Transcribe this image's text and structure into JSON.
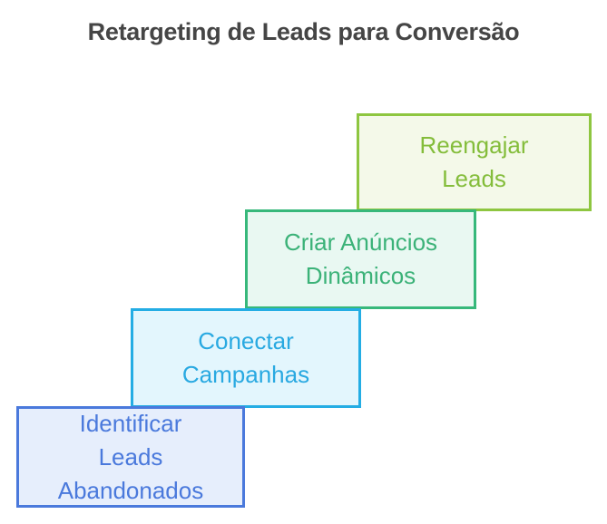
{
  "title": "Retargeting de Leads para Conversão",
  "title_color": "#454545",
  "background_color": "#ffffff",
  "diagram": {
    "type": "staircase-steps",
    "direction": "bottom-left to top-right",
    "steps": [
      {
        "id": "identificar-leads-abandonados",
        "label": "Identificar\nLeads\nAbandonados",
        "border_color": "#4a79dc",
        "fill_color": "#e6eefc",
        "text_color": "#4a79dc"
      },
      {
        "id": "conectar-campanhas",
        "label": "Conectar\nCampanhas",
        "border_color": "#24ade4",
        "fill_color": "#e3f6fd",
        "text_color": "#29a9e1"
      },
      {
        "id": "criar-anuncios-dinamicos",
        "label": "Criar Anúncios\nDinâmicos",
        "border_color": "#37b87b",
        "fill_color": "#e9f8f2",
        "text_color": "#3bb278"
      },
      {
        "id": "reengajar-leads",
        "label": "Reengajar\nLeads",
        "border_color": "#8ec640",
        "fill_color": "#f4f9e9",
        "text_color": "#84bd3b"
      }
    ]
  }
}
